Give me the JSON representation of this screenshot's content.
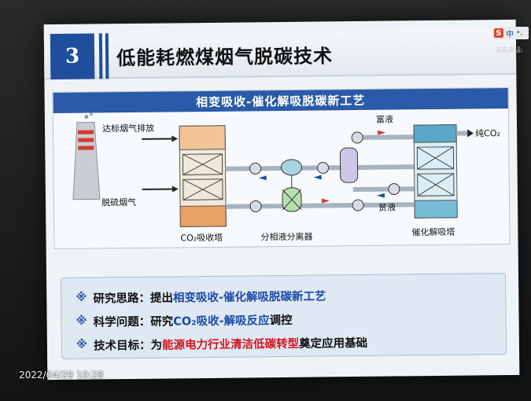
{
  "slide": {
    "number": "3",
    "title": "低能耗燃煤烟气脱碳技术"
  },
  "diagram": {
    "header": "相变吸收-催化解吸脱碳新工艺",
    "labels": {
      "stack_out": "达标烟气排放",
      "flue_in": "脱硫烟气",
      "absorber": "CO₂吸收塔",
      "separator": "分相液分离器",
      "rich": "富液",
      "lean": "贫液",
      "co2_out": "纯CO₂",
      "desorber": "催化解吸塔"
    }
  },
  "bullets": [
    {
      "mark": "※",
      "label": "研究思路：",
      "pre": "提出",
      "em": "相变吸收-催化解吸脱碳新工艺",
      "post": ""
    },
    {
      "mark": "※",
      "label": "科学问题：",
      "pre": "研究",
      "em": "CO₂吸收-解吸反应",
      "post": "调控"
    },
    {
      "mark": "※",
      "label": "技术目标：",
      "pre": "为",
      "em": "能源电力行业清洁低碳转型",
      "post": "奠定应用基础"
    }
  ],
  "overlay": {
    "timestamp": "2022/04/29 10:28",
    "ime_mode": "中",
    "ime_dots": "•,",
    "speaker": "正在讲话:"
  },
  "colors": {
    "slide_blue": "#2a5aa8",
    "emphasis_blue": "#1c4aa8",
    "emphasis_red": "#d4141e",
    "absorber_orange": "#e8a163",
    "desorber_teal": "#5aa7c8"
  }
}
